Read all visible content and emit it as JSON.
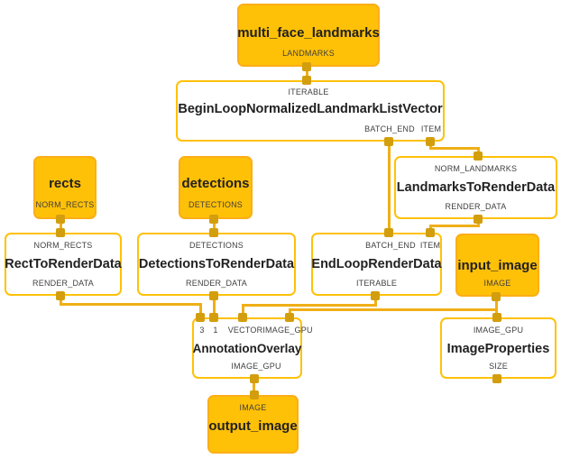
{
  "app": {
    "name": "mediapipe-graph-view"
  },
  "colors": {
    "stream_node_fill": "#FFC107",
    "calculator_node_border": "#FFC107",
    "edge": "#EFAF17",
    "port": "#D39E0E",
    "title_text": "#212121",
    "port_label_text": "#3f3f3f",
    "background": "#ffffff"
  },
  "graph": {
    "nodes": {
      "multi_face_landmarks": {
        "title": "multi_face_landmarks",
        "kind": "stream",
        "outputs": [
          "LANDMARKS"
        ]
      },
      "begin_loop": {
        "title": "BeginLoopNormalizedLandmarkListVector",
        "kind": "calculator",
        "inputs": [
          "ITERABLE"
        ],
        "outputs": [
          "BATCH_END",
          "ITEM"
        ]
      },
      "rects": {
        "title": "rects",
        "kind": "stream",
        "outputs": [
          "NORM_RECTS"
        ]
      },
      "detections": {
        "title": "detections",
        "kind": "stream",
        "outputs": [
          "DETECTIONS"
        ]
      },
      "landmarks_to_render_data": {
        "title": "LandmarksToRenderData",
        "kind": "calculator",
        "inputs": [
          "NORM_LANDMARKS"
        ],
        "outputs": [
          "RENDER_DATA"
        ]
      },
      "rect_to_render_data": {
        "title": "RectToRenderData",
        "kind": "calculator",
        "inputs": [
          "NORM_RECTS"
        ],
        "outputs": [
          "RENDER_DATA"
        ]
      },
      "detections_to_render_data": {
        "title": "DetectionsToRenderData",
        "kind": "calculator",
        "inputs": [
          "DETECTIONS"
        ],
        "outputs": [
          "RENDER_DATA"
        ]
      },
      "end_loop_render_data": {
        "title": "EndLoopRenderData",
        "kind": "calculator",
        "inputs": [
          "BATCH_END",
          "ITEM"
        ],
        "outputs": [
          "ITERABLE"
        ]
      },
      "input_image": {
        "title": "input_image",
        "kind": "stream",
        "outputs": [
          "IMAGE"
        ]
      },
      "annotation_overlay": {
        "title": "AnnotationOverlay",
        "kind": "calculator",
        "inputs": [
          "3",
          "1",
          "VECTOR",
          "IMAGE_GPU"
        ],
        "outputs": [
          "IMAGE_GPU"
        ]
      },
      "image_properties": {
        "title": "ImageProperties",
        "kind": "calculator",
        "inputs": [
          "IMAGE_GPU"
        ],
        "outputs": [
          "SIZE"
        ]
      },
      "output_image": {
        "title": "output_image",
        "kind": "stream",
        "inputs": [
          "IMAGE"
        ]
      }
    },
    "edges": [
      {
        "from": "multi_face_landmarks:LANDMARKS",
        "to": "begin_loop:ITERABLE"
      },
      {
        "from": "begin_loop:BATCH_END",
        "to": "end_loop_render_data:BATCH_END"
      },
      {
        "from": "begin_loop:ITEM",
        "to": "landmarks_to_render_data:NORM_LANDMARKS"
      },
      {
        "from": "landmarks_to_render_data:RENDER_DATA",
        "to": "end_loop_render_data:ITEM"
      },
      {
        "from": "rects:NORM_RECTS",
        "to": "rect_to_render_data:NORM_RECTS"
      },
      {
        "from": "detections:DETECTIONS",
        "to": "detections_to_render_data:DETECTIONS"
      },
      {
        "from": "rect_to_render_data:RENDER_DATA",
        "to": "annotation_overlay:3"
      },
      {
        "from": "detections_to_render_data:RENDER_DATA",
        "to": "annotation_overlay:1"
      },
      {
        "from": "end_loop_render_data:ITERABLE",
        "to": "annotation_overlay:VECTOR"
      },
      {
        "from": "input_image:IMAGE",
        "to": "annotation_overlay:IMAGE_GPU"
      },
      {
        "from": "input_image:IMAGE",
        "to": "image_properties:IMAGE_GPU"
      },
      {
        "from": "annotation_overlay:IMAGE_GPU",
        "to": "output_image:IMAGE"
      }
    ]
  }
}
